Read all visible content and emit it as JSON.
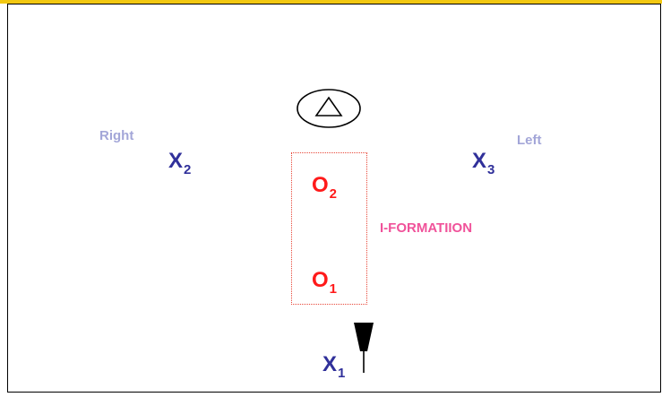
{
  "colors": {
    "top_bar": "#f2c811",
    "label_muted": "#a3a6d8",
    "player_x": "#30309a",
    "player_o": "#ff1a1a",
    "formation": "#f0529a",
    "box_border": "#e8493a"
  },
  "labels": {
    "right": "Right",
    "left": "Left",
    "formation": "I-FORMATIION"
  },
  "players": {
    "x2": {
      "letter": "X",
      "num": "2"
    },
    "x3": {
      "letter": "X",
      "num": "3"
    },
    "x1": {
      "letter": "X",
      "num": "1"
    },
    "o2": {
      "letter": "O",
      "num": "2"
    },
    "o1": {
      "letter": "O",
      "num": "1"
    }
  },
  "icons": {
    "ball": "triangle-in-ellipse-icon",
    "cone": "cone-icon"
  }
}
